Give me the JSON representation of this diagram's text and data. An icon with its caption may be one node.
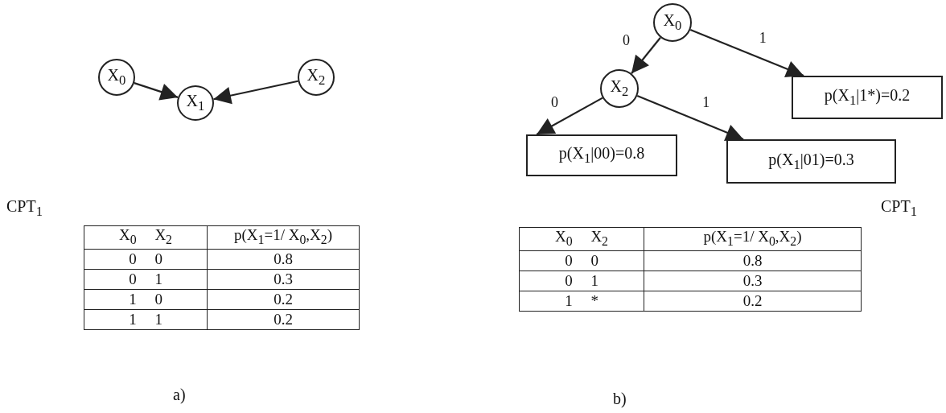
{
  "diagram": {
    "nodes": [
      {
        "text": [
          "X$_{0}$"
        ]
      },
      {
        "text": [
          "X$_{1}$"
        ]
      },
      {
        "text": [
          "X$_{2}$"
        ]
      },
      {
        "text": [
          "X$_{0}$"
        ]
      },
      {
        "text": [
          "X$_{2}$"
        ]
      },
      {
        "text": [
          "p(X$_{1}$|1*)=0.2"
        ]
      },
      {
        "text": [
          "p(X$_{1}$|00)=0.8"
        ]
      },
      {
        "text": [
          "p(X$_{1}$|01)=0.3"
        ]
      }
    ],
    "edges": [
      {
        "from": 0,
        "to": 1,
        "arrow": "to"
      },
      {
        "from": 2,
        "to": 1,
        "arrow": "to"
      },
      {
        "from": 3,
        "to": 4,
        "arrow": "to",
        "label": "0"
      },
      {
        "from": 3,
        "to": 5,
        "arrow": "to",
        "label": "1"
      },
      {
        "from": 4,
        "to": 6,
        "arrow": "to",
        "label": "0"
      },
      {
        "from": 4,
        "to": 7,
        "arrow": "to",
        "label": "1"
      }
    ],
    "labels": [
      "CPT$_{1}$",
      "CPT$_{1}$",
      "X$_{0}$ X$_{2}$",
      "p(X$_{1}$=1/ X$_{0}$,X$_{2}$)",
      "0 0",
      "0.8",
      "0 1",
      "0.3",
      "1 0",
      "0.2",
      "1 1",
      "0.2",
      "X$_{0}$ X$_{2}$",
      "p(X$_{1}$=1/ X$_{0}$,X$_{2}$)",
      "0 0",
      "0.8",
      "0 1",
      "0.3",
      "1 *",
      "0.2",
      "a)",
      "b)"
    ]
  }
}
